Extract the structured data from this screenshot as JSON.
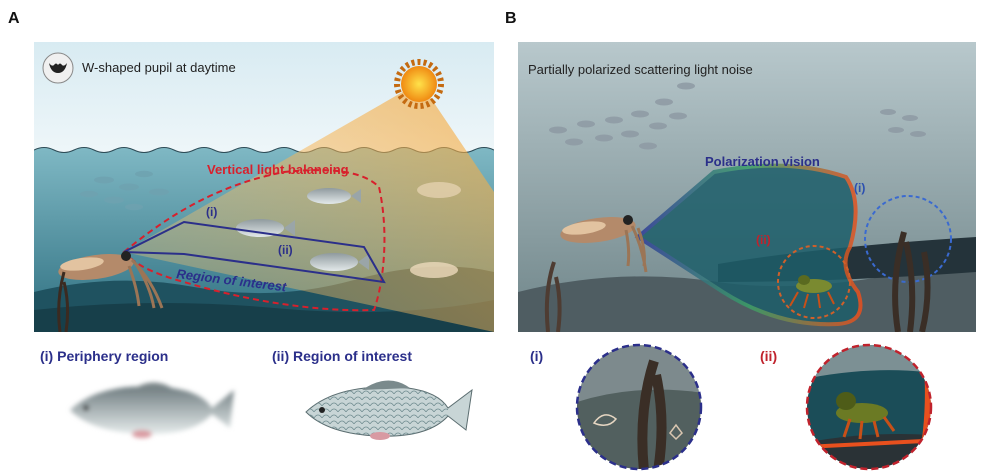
{
  "panel_a": {
    "letter": "A",
    "pupil_caption": "W-shaped pupil at daytime",
    "balancing_label": "Vertical light balancing",
    "roi_label": "Region of interest",
    "marker_i": "(i)",
    "marker_ii": "(ii)",
    "periphery_caption": "(i) Periphery region",
    "roi_caption": "(ii) Region of interest"
  },
  "panel_b": {
    "letter": "B",
    "noise_caption": "Partially polarized scattering light noise",
    "polarization_label": "Polarization vision",
    "marker_i": "(i)",
    "marker_ii": "(ii)",
    "inset_i_label": "(i)",
    "inset_ii_label": "(ii)"
  },
  "colors": {
    "label_blue": "#2b2f8a",
    "label_red": "#c0222c",
    "sky": "#cfe4ee",
    "water": "#4a8fa0"
  }
}
